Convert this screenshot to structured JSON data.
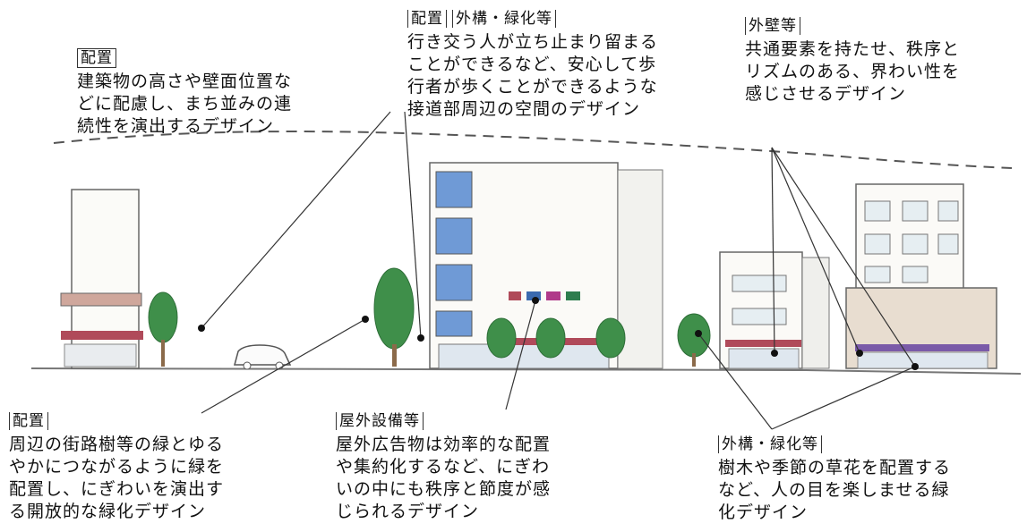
{
  "annotations": [
    {
      "id": "a1",
      "tags": [
        "配置"
      ],
      "lines": [
        "建築物の高さや壁面位置な",
        "どに配慮し、まち並みの連",
        "続性を演出するデザイン"
      ]
    },
    {
      "id": "a2",
      "tags": [
        "配置",
        "外構・緑化等"
      ],
      "lines": [
        "行き交う人が立ち止まり留まる",
        "ことができるなど、安心して歩",
        "行者が歩くことができるような",
        "接道部周辺の空間のデザイン"
      ]
    },
    {
      "id": "a3",
      "tags": [
        "外壁等"
      ],
      "lines": [
        "共通要素を持たせ、秩序と",
        "リズムのある、界わい性を",
        "感じさせるデザイン"
      ]
    },
    {
      "id": "a4",
      "tags": [
        "配置"
      ],
      "lines": [
        "周辺の街路樹等の緑とゆる",
        "やかにつながるように緑を",
        "配置し、にぎわいを演出す",
        "る開放的な緑化デザイン"
      ]
    },
    {
      "id": "a5",
      "tags": [
        "屋外設備等"
      ],
      "lines": [
        "屋外広告物は効率的な配置",
        "や集約化するなど、にぎわ",
        "いの中にも秩序と節度が感",
        "じられるデザイン"
      ]
    },
    {
      "id": "a6",
      "tags": [
        "外構・緑化等"
      ],
      "lines": [
        "樹木や季節の草花を配置する",
        "など、人の目を楽しませる緑",
        "化デザイン"
      ]
    }
  ],
  "colors": {
    "line": "#333333",
    "window_blue": "#6f9ad6",
    "awning": "#b04a5a",
    "tree": "#3f8f4a",
    "tree_dark": "#2e6e38"
  }
}
